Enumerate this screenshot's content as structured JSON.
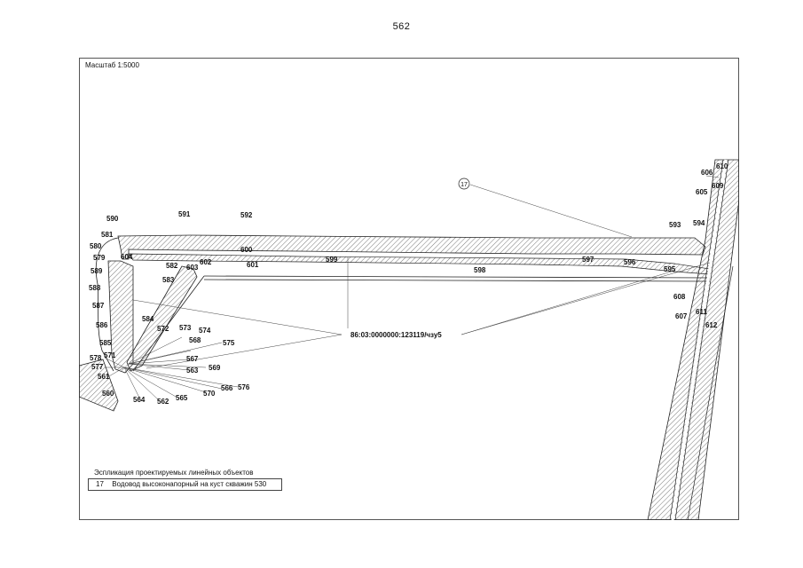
{
  "page_number": "562",
  "scale_label": "Масштаб 1:5000",
  "object_marker": "17",
  "cadastral_label": "86:03:0000000:123119/чзу5",
  "legend": {
    "title": "Эспликация проектируемых линейных объектов",
    "rows": [
      {
        "number": "17",
        "description": "Водовод высоконапорный на куст скважин 530"
      }
    ]
  },
  "point_labels": [
    "560",
    "561",
    "562",
    "563",
    "564",
    "565",
    "566",
    "567",
    "568",
    "569",
    "570",
    "571",
    "572",
    "573",
    "574",
    "575",
    "576",
    "577",
    "578",
    "579",
    "580",
    "581",
    "582",
    "583",
    "584",
    "585",
    "586",
    "587",
    "588",
    "589",
    "590",
    "591",
    "592",
    "593",
    "594",
    "595",
    "596",
    "597",
    "598",
    "599",
    "600",
    "601",
    "602",
    "603",
    "604",
    "605",
    "606",
    "607",
    "608",
    "609",
    "610",
    "611",
    "612"
  ],
  "colors": {
    "line": "#222222",
    "hatch": "#555555",
    "leader": "#444444",
    "background": "#ffffff"
  }
}
